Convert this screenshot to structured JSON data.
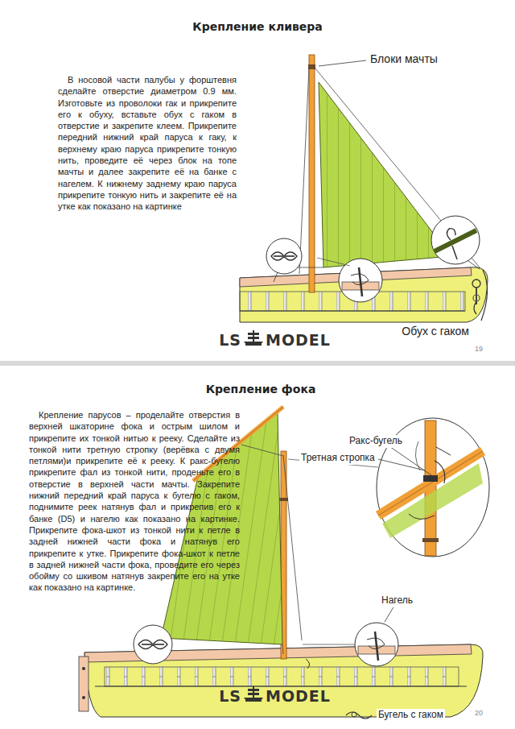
{
  "diagram": {
    "title": "Крепление кливера",
    "labels": [
      "В носовой части палубы у форштевня сделайте отверстие диаметром 0.9 мм. Изготовьте из проволоки гак и прикрепите его к обуху, вставьте обух с гаком в отверстие и закрепите клеем. Прикрепите передний нижний край паруса к гаку, к верхнему краю паруса прикрепите тонкую нить, проведите её через блок на топе мачты и далее закрепите её на банке с нагелем. К нижнему заднему краю паруса прикрепите тонкую нить и закрепите её на утке как показано на картинке",
      "Блоки мачты",
      "Обух с гаком",
      "LS",
      "MODEL",
      "19",
      "Крепление фока",
      "Крепление парусов – проделайте отверстия в верхней шкаторине фока и острым шилом и прикрепите их тонкой нитью к рееку. Сделайте из тонкой нити третную стропку (верёвка с двумя петлями)и прикрепите её к рееку. К ракс-бугелю прикрепите фал из тонкой нити, проденьте его в отверстие в верхней части мачты. Закрепите нижний передний край паруса к бугелю с гаком, поднимите реек натянув фал и прикрепив его к банке (D5) и нагелю как показано на картинке. Прикрепите фока-шкот из тонкой нити к петле в задней нижней части фока и натянув его прикрепите к утке. Прикрепите фока-шкот к петле в задней нижней части фока, проведите его через обойму со шкивом натянув закрепите его на утке как показано на картинке.",
      "Ракс-бугель",
      "Третная стропка",
      "Нагель",
      "Бугель с гаком",
      "LS",
      "MODEL",
      "20"
    ]
  }
}
